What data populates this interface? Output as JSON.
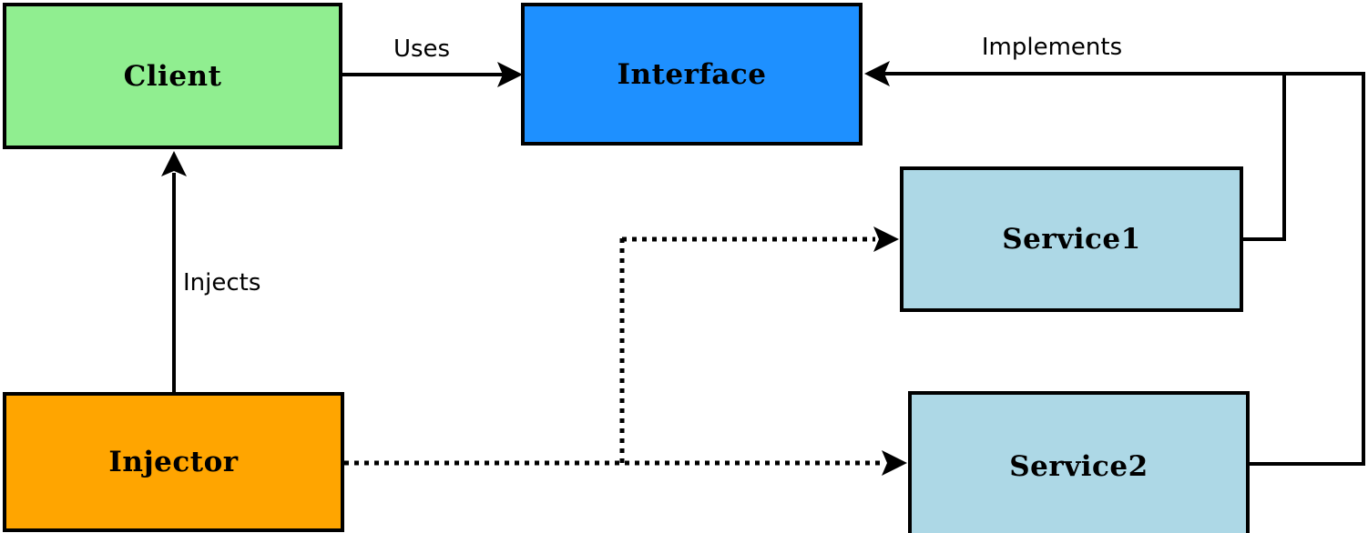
{
  "diagram": {
    "type": "dependency-injection-diagram",
    "background": "#FFFFFF",
    "line_color": "#000000",
    "boxes": {
      "client": {
        "label": "Client",
        "fill": "#90EE90"
      },
      "interface": {
        "label": "Interface",
        "fill": "#1E90FF"
      },
      "service1": {
        "label": "Service1",
        "fill": "#ADD8E6"
      },
      "service2": {
        "label": "Service2",
        "fill": "#ADD8E6"
      },
      "injector": {
        "label": "Injector",
        "fill": "#FFA500"
      }
    },
    "edge_labels": {
      "uses": "Uses",
      "implements": "Implements",
      "injects": "Injects"
    },
    "edges": [
      {
        "from": "Client",
        "to": "Interface",
        "label": "Uses",
        "style": "solid"
      },
      {
        "from": "Service1",
        "to": "Interface",
        "label": "Implements",
        "style": "solid"
      },
      {
        "from": "Service2",
        "to": "Interface",
        "label": "Implements",
        "style": "solid"
      },
      {
        "from": "Injector",
        "to": "Client",
        "label": "Injects",
        "style": "solid"
      },
      {
        "from": "Injector",
        "to": "Service1",
        "label": "",
        "style": "dotted"
      },
      {
        "from": "Injector",
        "to": "Service2",
        "label": "",
        "style": "dotted"
      }
    ]
  }
}
